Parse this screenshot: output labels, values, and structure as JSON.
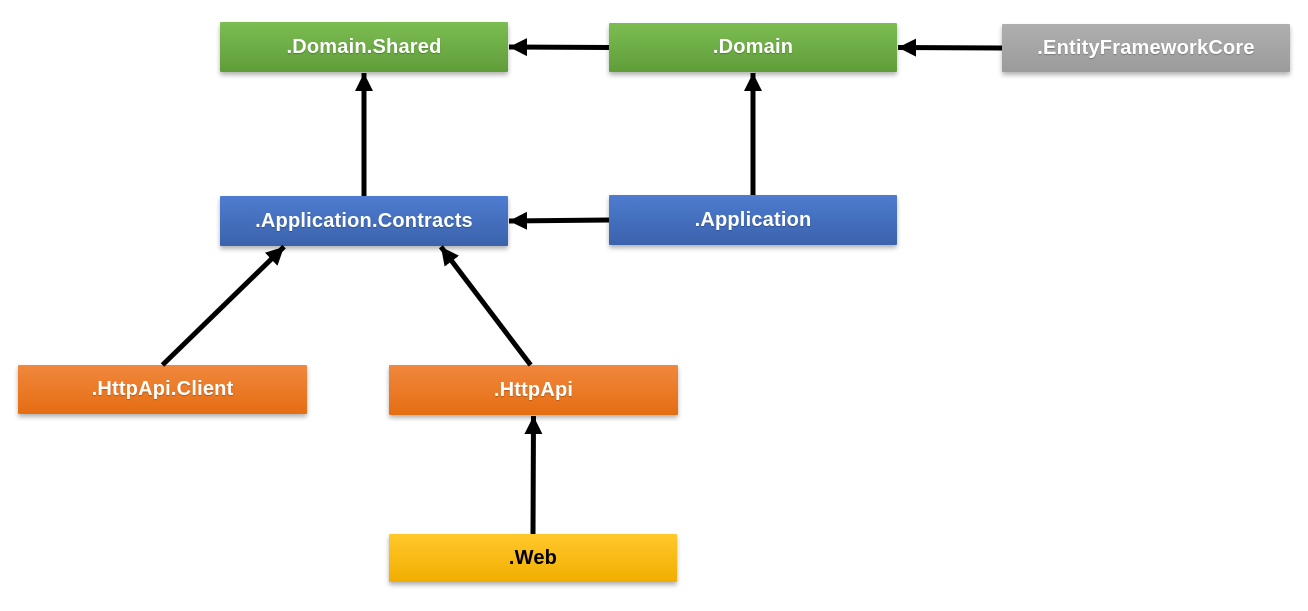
{
  "diagram": {
    "background_color": "#FFFFFF",
    "nodes": [
      {
        "id": "domain-shared",
        "label": ".Domain.Shared",
        "color_top": "#7CBD52",
        "color_bottom": "#5F9D39",
        "text_color": "#FFFFFF"
      },
      {
        "id": "domain",
        "label": ".Domain",
        "color_top": "#7CBD52",
        "color_bottom": "#5F9D39",
        "text_color": "#FFFFFF"
      },
      {
        "id": "entity-framework-core",
        "label": ".EntityFrameworkCore",
        "color_top": "#AFAFAF",
        "color_bottom": "#9B9B9B",
        "text_color": "#FFFFFF"
      },
      {
        "id": "application-contracts",
        "label": ".Application.Contracts",
        "color_top": "#4E7CD0",
        "color_bottom": "#3B62AC",
        "text_color": "#FFFFFF"
      },
      {
        "id": "application",
        "label": ".Application",
        "color_top": "#4E7CD0",
        "color_bottom": "#3B62AC",
        "text_color": "#FFFFFF"
      },
      {
        "id": "httpapi-client",
        "label": ".HttpApi.Client",
        "color_top": "#F0883D",
        "color_bottom": "#E56D12",
        "text_color": "#FFFFFF"
      },
      {
        "id": "httpapi",
        "label": ".HttpApi",
        "color_top": "#F0883D",
        "color_bottom": "#E56D12",
        "text_color": "#FFFFFF"
      },
      {
        "id": "web",
        "label": ".Web",
        "color_top": "#FFC82B",
        "color_bottom": "#F2AE00",
        "text_color": "#000000"
      }
    ],
    "edges": [
      {
        "from": "domain",
        "to": "domain-shared",
        "from_anchor": {
          "side": "left",
          "t": 0.5
        },
        "to_anchor": {
          "side": "right",
          "t": 0.5
        }
      },
      {
        "from": "entity-framework-core",
        "to": "domain",
        "from_anchor": {
          "side": "left",
          "t": 0.5
        },
        "to_anchor": {
          "side": "right",
          "t": 0.5
        }
      },
      {
        "from": "application-contracts",
        "to": "domain-shared",
        "from_anchor": {
          "side": "top",
          "t": 0.5
        },
        "to_anchor": {
          "side": "bottom",
          "t": 0.5
        }
      },
      {
        "from": "application",
        "to": "domain",
        "from_anchor": {
          "side": "top",
          "t": 0.5
        },
        "to_anchor": {
          "side": "bottom",
          "t": 0.5
        }
      },
      {
        "from": "application",
        "to": "application-contracts",
        "from_anchor": {
          "side": "left",
          "t": 0.5
        },
        "to_anchor": {
          "side": "right",
          "t": 0.5
        }
      },
      {
        "from": "httpapi-client",
        "to": "application-contracts",
        "from_anchor": {
          "side": "top",
          "t": 0.5
        },
        "to_anchor": {
          "side": "bottom",
          "t": 0.225
        }
      },
      {
        "from": "httpapi",
        "to": "application-contracts",
        "from_anchor": {
          "side": "top",
          "t": 0.49
        },
        "to_anchor": {
          "side": "bottom",
          "t": 0.765
        }
      },
      {
        "from": "web",
        "to": "httpapi",
        "from_anchor": {
          "side": "top",
          "t": 0.5
        },
        "to_anchor": {
          "side": "bottom",
          "t": 0.5
        }
      }
    ],
    "edge_style": {
      "color": "#000000",
      "line_width": 5
    }
  }
}
